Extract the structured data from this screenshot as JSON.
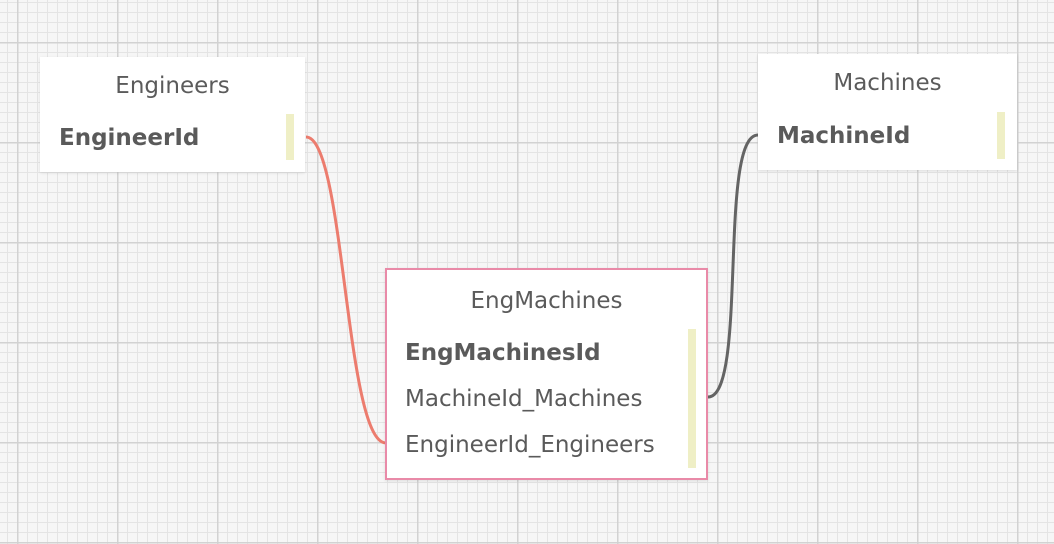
{
  "diagram": {
    "tables": [
      {
        "id": "engineers",
        "title": "Engineers",
        "fields": [
          {
            "name": "EngineerId",
            "primary_key": true
          }
        ]
      },
      {
        "id": "machines",
        "title": "Machines",
        "fields": [
          {
            "name": "MachineId",
            "primary_key": true
          }
        ]
      },
      {
        "id": "engmachines",
        "title": "EngMachines",
        "selected": true,
        "fields": [
          {
            "name": "EngMachinesId",
            "primary_key": true
          },
          {
            "name": "MachineId_Machines",
            "primary_key": false
          },
          {
            "name": "EngineerId_Engineers",
            "primary_key": false
          }
        ]
      }
    ],
    "relationships": [
      {
        "from": "Engineers.EngineerId",
        "to": "EngMachines.EngineerId_Engineers",
        "color": "#ec7c6e",
        "highlighted": true
      },
      {
        "from": "Machines.MachineId",
        "to": "EngMachines.MachineId_Machines",
        "color": "#646464",
        "highlighted": false
      }
    ]
  },
  "colors": {
    "selected_border": "#e98aa8",
    "key_bar": "#efefc6",
    "highlight_link": "#ec7c6e",
    "normal_link": "#646464"
  }
}
